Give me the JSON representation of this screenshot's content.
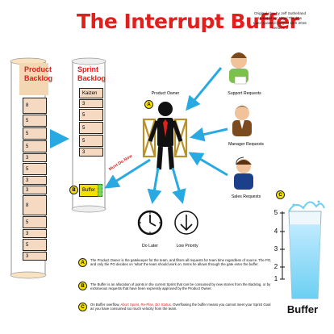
{
  "title": "The Interrupt Buffer",
  "credits": [
    "Original idea by Jeff Sutherland",
    "Updated by: Nigel Thurlow",
    "Last Updated: August 16th 2015",
    "Version: 2"
  ],
  "product_backlog": {
    "heading_line1": "Product",
    "heading_line2": "Backlog",
    "items": [
      "8",
      "5",
      "5",
      "5",
      "3",
      "5",
      "3",
      "3",
      "8",
      "5",
      "3",
      "5",
      "3"
    ]
  },
  "sprint_backlog": {
    "heading_line1": "Sprint",
    "heading_line2": "Backlog",
    "items": [
      "Kaizen",
      "3",
      "5",
      "5",
      "5",
      "3",
      "Buffer"
    ]
  },
  "actors": {
    "product_owner": "Product Owner",
    "support_requests": "Support Requests",
    "manager_requests": "Manager Requests",
    "sales_requests": "Sales Requests",
    "do_later": "Do Later",
    "low_priority": "Low Priority",
    "must_do_now": "Must Do Now"
  },
  "markers": {
    "a": "A",
    "b": "B",
    "c": "C"
  },
  "buffer_gauge": {
    "label": "Buffer",
    "ticks": [
      "5",
      "4",
      "3",
      "2",
      "1"
    ],
    "level_fraction": 0.85
  },
  "notes": {
    "a": "The Product Owner is the gatekeeper for the team, and filters all requests for team time regardless of source.  The PO, and only the PO decides on ‘what’ the team should work on.  Items he allows through the gate enter the buffer.",
    "b": "The Buffer is an allocation of points in the current Sprint that can be consumed by new stories from the Backlog, or by extraneous requests that have been expressly approved by the Product Owner.",
    "c_prefix": "On Buffer overflow, ",
    "c_highlight": "Abort Sprint, Re-Plan, Biz Status.",
    "c_suffix": "  Overflowing the buffer means you cannot meet your Sprint Goal as you have consumed too much velocity from the team."
  },
  "colors": {
    "title_red": "#e0201c",
    "arrow_blue": "#29a9e1",
    "cell_fill": "#f6d9c1",
    "buffer_fill": "#f4e000",
    "marker_yellow": "#f4e000",
    "gate_gold": "#b9922c"
  }
}
